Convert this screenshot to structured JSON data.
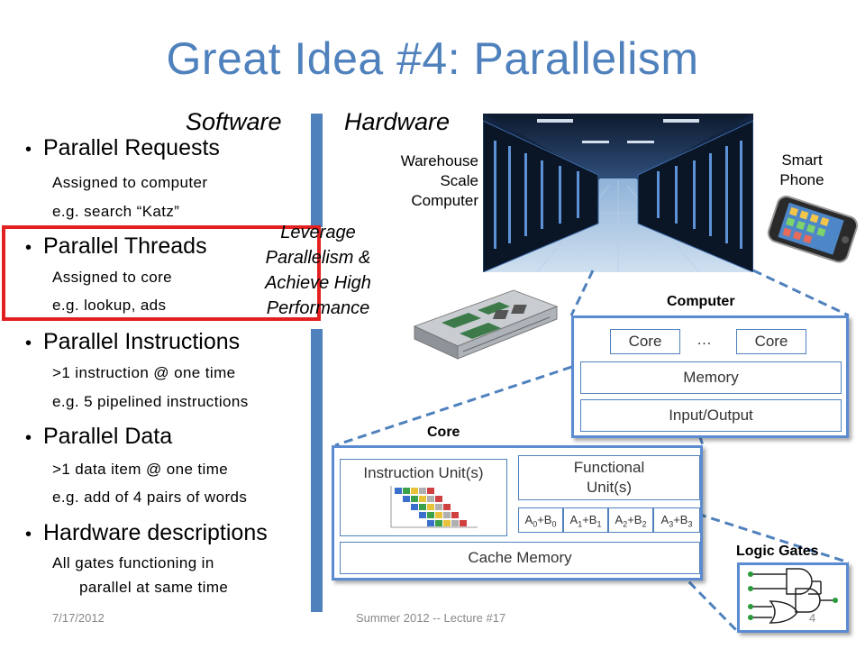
{
  "title": "Great Idea #4: Parallelism",
  "headings": {
    "software": "Software",
    "hardware": "Hardware"
  },
  "bullets": [
    {
      "label": "Parallel Requests",
      "subs": [
        "Assigned to computer",
        "e.g. search “Katz”"
      ]
    },
    {
      "label": "Parallel Threads",
      "subs": [
        "Assigned to core",
        "e.g. lookup, ads"
      ]
    },
    {
      "label": "Parallel Instructions",
      "subs": [
        ">1 instruction @ one time",
        "e.g. 5 pipelined instructions"
      ]
    },
    {
      "label": "Parallel Data",
      "subs": [
        ">1 data item @ one time",
        "e.g. add of 4 pairs of words"
      ]
    },
    {
      "label": "Hardware descriptions",
      "subs": [
        "All gates functioning in",
        "parallel at same time"
      ]
    }
  ],
  "leverage": [
    "Leverage",
    "Parallelism &",
    "Achieve High",
    "Performance"
  ],
  "hardware": {
    "warehouse": [
      "Warehouse",
      "Scale",
      "Computer"
    ],
    "smartphone": [
      "Smart",
      "Phone"
    ],
    "computer_title": "Computer",
    "core_a": "Core",
    "ellipsis": "…",
    "core_b": "Core",
    "memory": "Memory",
    "io": "Input/Output",
    "core_title": "Core",
    "instr_unit": "Instruction Unit(s)",
    "func_unit": [
      "Functional",
      "Unit(s)"
    ],
    "adders": [
      {
        "a": "A",
        "ai": "0",
        "b": "B",
        "bi": "0"
      },
      {
        "a": "A",
        "ai": "1",
        "b": "B",
        "bi": "1"
      },
      {
        "a": "A",
        "ai": "2",
        "b": "B",
        "bi": "2"
      },
      {
        "a": "A",
        "ai": "3",
        "b": "B",
        "bi": "3"
      }
    ],
    "cache": "Cache Memory",
    "logic_title": "Logic Gates"
  },
  "footer": {
    "date": "7/17/2012",
    "course": "Summer 2012 -- Lecture #17",
    "page": "4"
  },
  "colors": {
    "title": "#4f81bd",
    "bar": "#4f81bd",
    "highlight": "#e32020",
    "panel_border": "#5b8bd0"
  }
}
